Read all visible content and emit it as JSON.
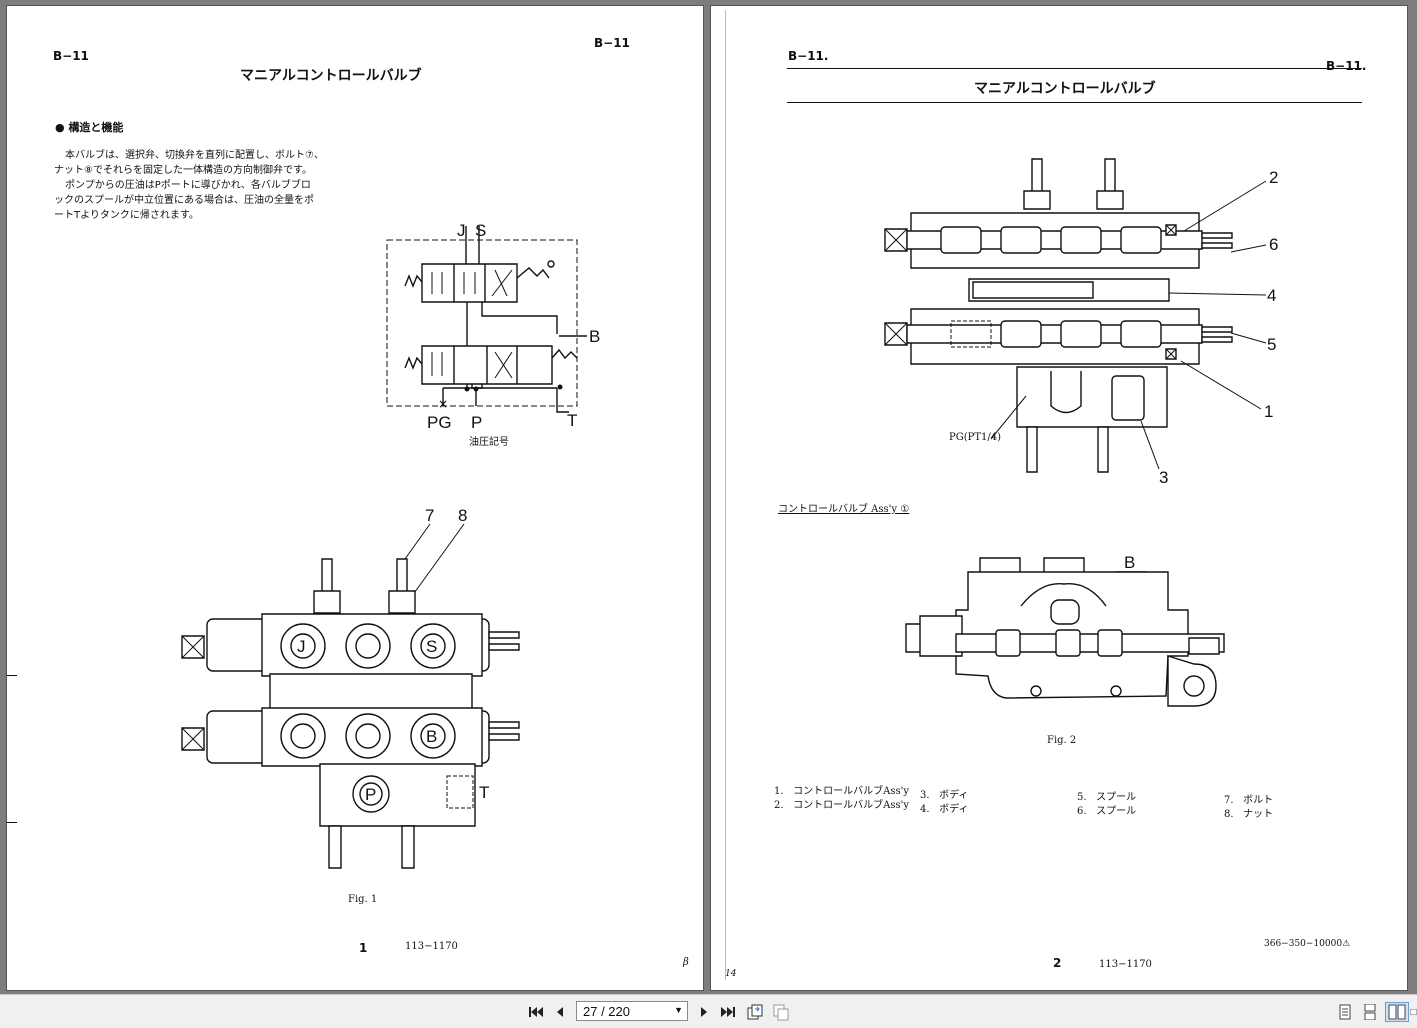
{
  "left_page": {
    "section_id_left": "B−11",
    "section_id_right": "B−11",
    "title": "マニアルコントロールバルブ",
    "heading": "● 構造と機能",
    "body_lines": [
      "本バルブは、選択弁、切換弁を直列に配置し、ボルト⑦、",
      "ナット⑧でそれらを固定した一体構造の方向制御弁です。",
      "ポンプからの圧油はPポートに導びかれ、各バルブブロ",
      "ックのスプールが中立位置にある場合は、圧油の全量をポ",
      "ートTよりタンクに帰されます。"
    ],
    "hydraulic_symbol": {
      "labels": [
        "J",
        "S",
        "B",
        "PG",
        "P",
        "T"
      ],
      "caption": "油圧記号"
    },
    "fig1": {
      "callouts": [
        "7",
        "8"
      ],
      "port_labels": [
        "J",
        "S",
        "B",
        "P",
        "T"
      ],
      "caption": "Fig. 1"
    },
    "page_number": "1",
    "doc_number": "113−1170",
    "handwriting": "β"
  },
  "right_page": {
    "section_id_left": "B−11.",
    "section_id_right": "B−11.",
    "title": "マニアルコントロールバルブ",
    "fig_top": {
      "callouts": [
        "2",
        "6",
        "4",
        "5",
        "1",
        "3"
      ],
      "pg_label": "PG(PT1/4)"
    },
    "subtitle": "コントロールバルブ Ass'y ①",
    "fig2": {
      "port_label": "B",
      "caption": "Fig. 2"
    },
    "parts_list": [
      {
        "no": "1.",
        "name": "コントロールバルブAss'y"
      },
      {
        "no": "2.",
        "name": "コントロールバルブAss'y"
      },
      {
        "no": "3.",
        "name": "ボディ"
      },
      {
        "no": "4.",
        "name": "ボディ"
      },
      {
        "no": "5.",
        "name": "スプール"
      },
      {
        "no": "6.",
        "name": "スプール"
      },
      {
        "no": "7.",
        "name": "ボルト"
      },
      {
        "no": "8.",
        "name": "ナット"
      }
    ],
    "revision_code": "366−350−10000⚠",
    "page_number": "2",
    "doc_number": "113−1170",
    "handwriting": "14"
  },
  "toolbar": {
    "page_indicator": "27 / 220",
    "icons": [
      "first-page-icon",
      "prev-page-icon",
      "next-page-icon",
      "last-page-icon",
      "rotate-icon",
      "copy-icon",
      "single-page-view-icon",
      "continuous-view-icon",
      "facing-view-icon",
      "fit-width-icon"
    ]
  }
}
